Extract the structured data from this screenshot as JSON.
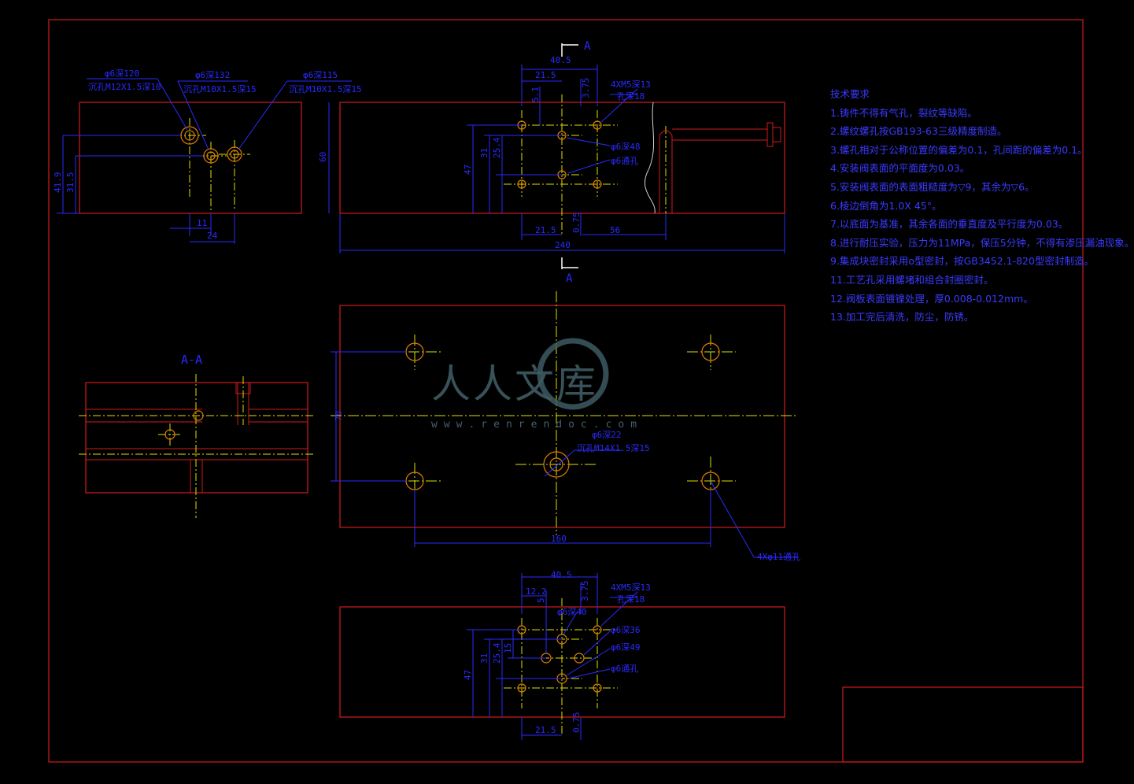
{
  "colors": {
    "frame": "#d11a1a",
    "dim": "#2a2aff",
    "center": "#e0e000",
    "hole": "#e08000",
    "bg": "#000000",
    "watermark": "#3d5b63"
  },
  "notes": {
    "title": "技术要求",
    "items": [
      "1.铸件不得有气孔，裂纹等缺陷。",
      "2.螺纹螺孔按GB193-63三级精度制造。",
      "3.螺孔相对于公称位置的偏差为0.1，孔间距的偏差为0.1。",
      "4.安装阀表面的平面度为0.03。",
      "5.安装阀表面的表面粗糙度为▽9，其余为▽6。",
      "6.棱边倒角为1.0X 45°。",
      "7.以底面为基准，其余各面的垂直度及平行度为0.03。",
      "8.进行耐压实验，压力为11MPa，保压5分钟，不得有渗压漏油现象。",
      "9.集成块密封采用o型密封，按GB3452.1-820型密封制造。",
      "11.工艺孔采用螺堵和组合封圈密封。",
      "12.阀板表面镀镍处理，厚0.008-0.012mm。",
      "13.加工完后清洗，防尘，防锈。"
    ]
  },
  "section": {
    "label_top": "A",
    "label_bottom": "A",
    "view_title": "A-A"
  },
  "left_view": {
    "callouts": [
      {
        "top": "φ6深120",
        "bottom": "沉孔M12X1.5深10"
      },
      {
        "top": "φ6深132",
        "bottom": "沉孔M10X1.5深15"
      },
      {
        "top": "φ6深115",
        "bottom": "沉孔M10X1.5深15"
      }
    ],
    "dims": [
      "41.9",
      "31.5",
      "11",
      "24"
    ]
  },
  "top_view": {
    "dims": [
      "40.5",
      "21.5",
      "3.75",
      "5.1",
      "4XM5深13",
      "孔深18",
      "60",
      "47",
      "31",
      "25.4",
      "φ6深48",
      "φ6通孔",
      "21.5",
      "0.75",
      "56",
      "240"
    ]
  },
  "plan_view": {
    "callouts": [
      {
        "top": "φ6深22",
        "bottom": "沉孔M14X1.5深15"
      }
    ],
    "dims": [
      "70",
      "160",
      "4Xφ11通孔"
    ]
  },
  "bottom_view": {
    "dims": [
      "40.5",
      "12.2",
      "3.75",
      "4XM5深13",
      "孔深18",
      "φ6深40",
      "φ6深36",
      "φ6深49",
      "φ6通孔",
      "47",
      "31",
      "25.4",
      "15",
      "5",
      "21.5",
      "0.75"
    ]
  },
  "watermark": {
    "text": "人人文库",
    "url": "www.renrendoc.com"
  }
}
